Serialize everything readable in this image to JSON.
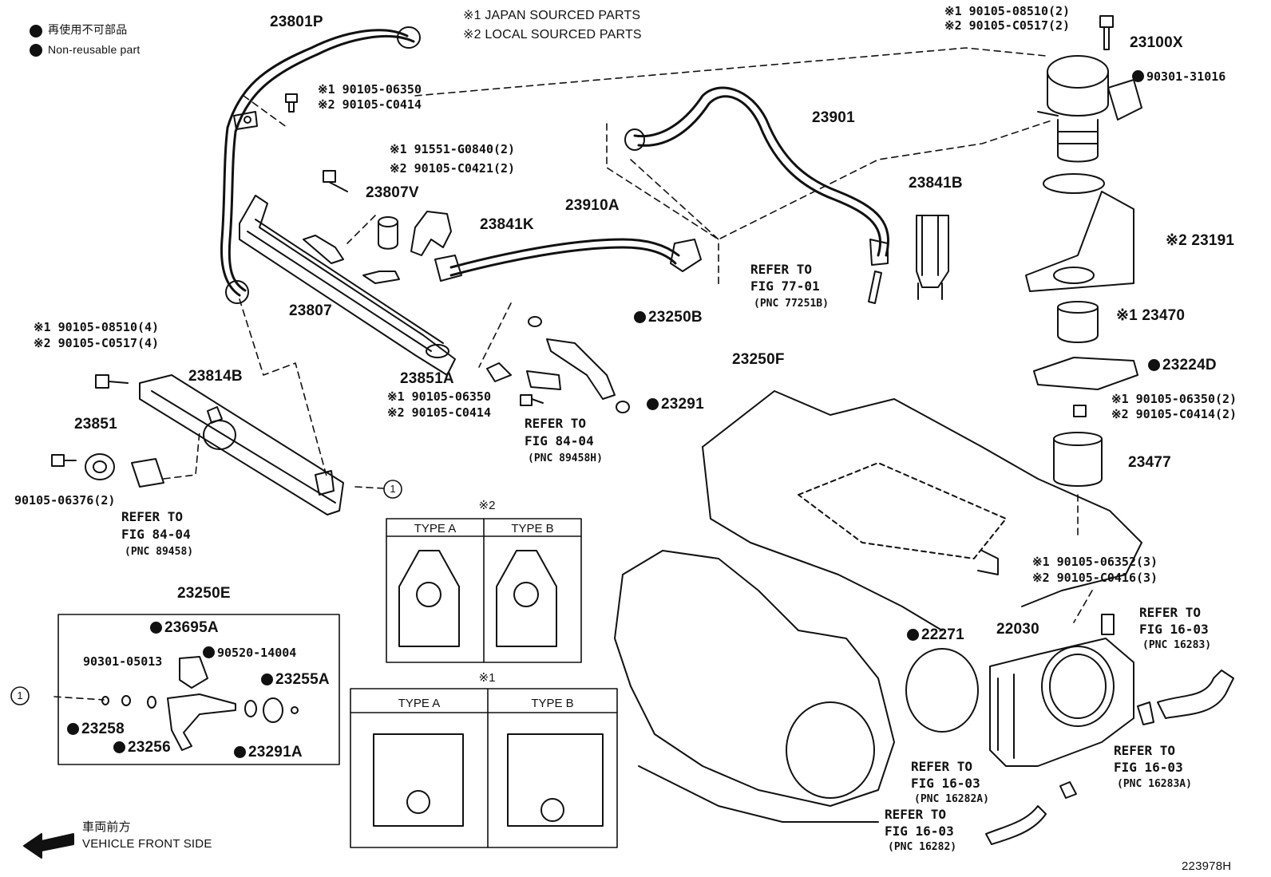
{
  "legend": {
    "dot_jp": "再使用不可部品",
    "dot_en": "Non-reusable part",
    "note1": "※1 JAPAN SOURCED PARTS",
    "note2": "※2 LOCAL SOURCED PARTS"
  },
  "footer": {
    "front_jp": "車両前方",
    "front_en": "VEHICLE FRONT SIDE",
    "illustration_id": "223978H"
  },
  "circle_ref": "1",
  "boxes": {
    "note2_mark": "※2",
    "note1_mark": "※1",
    "type_a": "TYPE A",
    "type_b": "TYPE B"
  },
  "parts": {
    "p23801P": "23801P",
    "b1_06350": "※1 90105-06350",
    "b2_C0414": "※2 90105-C0414",
    "b1_G0840": "※1  91551-G0840(2)",
    "b2_C0421": "※2  90105-C0421(2)",
    "p23807V": "23807V",
    "p23841K": "23841K",
    "p23910A": "23910A",
    "p23807": "23807",
    "p23901": "23901",
    "p23841B": "23841B",
    "ref77_a": "REFER TO",
    "ref77_b": "FIG 77-01",
    "ref77_c": "(PNC 77251B)",
    "b1_08510_2": "※1 90105-08510(2)",
    "b2_C0517_2": "※2 90105-C0517(2)",
    "p23100X": "23100X",
    "p90301_31016": "90301-31016",
    "p23191": "※2 23191",
    "p23470": "※1 23470",
    "p23224D": "23224D",
    "b1_06350_2": "※1 90105-06350(2)",
    "b2_C0414_2": "※2 90105-C0414(2)",
    "p23477": "23477",
    "b1_06352_3": "※1 90105-06352(3)",
    "b2_C0416_3": "※2 90105-C0416(3)",
    "p23250B": "23250B",
    "p23250F": "23250F",
    "p23291": "23291",
    "p23851A": "23851A",
    "b1_06350_b": "※1 90105-06350",
    "b2_C0414_b": "※2 90105-C0414",
    "ref84b_a": "REFER TO",
    "ref84b_b": "FIG 84-04",
    "ref84b_c": "(PNC 89458H)",
    "b1_08510_4": "※1 90105-08510(4)",
    "b2_C0517_4": "※2 90105-C0517(4)",
    "p23814B": "23814B",
    "p23851": "23851",
    "p90105_06376": "90105-06376(2)",
    "ref84_a": "REFER TO",
    "ref84_b": "FIG 84-04",
    "ref84_c": "(PNC 89458)",
    "p23250E": "23250E",
    "p23695A": "23695A",
    "p90301_05013": "90301-05013",
    "p90520_14004": "90520-14004",
    "p23255A": "23255A",
    "p23258": "23258",
    "p23256": "23256",
    "p23291A": "23291A",
    "p22271": "22271",
    "p22030": "22030",
    "ref16283_a": "REFER TO",
    "ref16283_b": "FIG 16-03",
    "ref16283_c": "(PNC 16283)",
    "ref16283A_a": "REFER TO",
    "ref16283A_b": "FIG 16-03",
    "ref16283A_c": "(PNC 16283A)",
    "ref16282A_a": "REFER TO",
    "ref16282A_b": "FIG 16-03",
    "ref16282A_c": "(PNC 16282A)",
    "ref16282_a": "REFER TO",
    "ref16282_b": "FIG 16-03",
    "ref16282_c": "(PNC 16282)"
  }
}
